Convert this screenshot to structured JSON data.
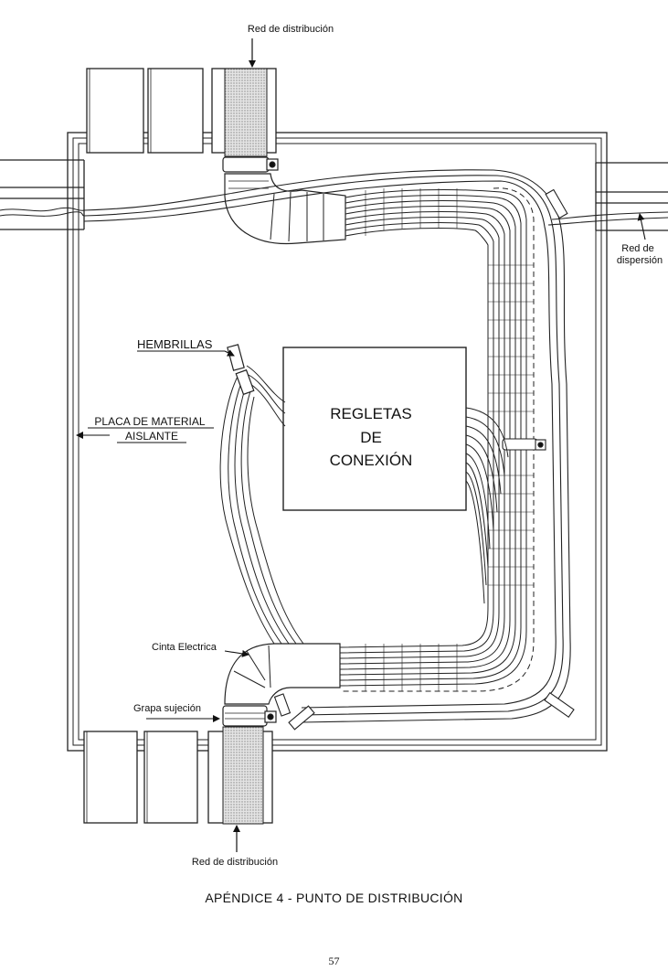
{
  "labels": {
    "red_distribucion_top": "Red de distribución",
    "red_distribucion_bottom": "Red de distribución",
    "red_dispersion_line1": "Red de",
    "red_dispersion_line2": "dispersión",
    "hembrillas": "HEMBRILLAS",
    "placa_line1": "PLACA DE MATERIAL",
    "placa_line2": "AISLANTE",
    "regletas_line1": "REGLETAS",
    "regletas_line2": "DE",
    "regletas_line3": "CONEXIÓN",
    "cinta": "Cinta Electrica",
    "grapa": "Grapa sujeción"
  },
  "caption": "APÉNDICE 4 - PUNTO DE DISTRIBUCIÓN",
  "page_number": "57"
}
